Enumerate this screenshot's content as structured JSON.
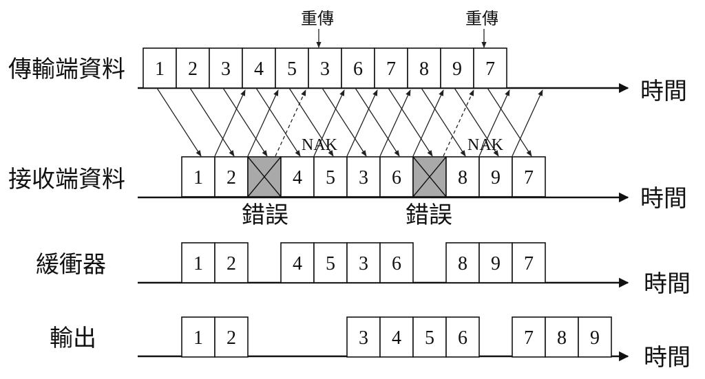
{
  "row_labels": {
    "sender": "傳輸端資料",
    "receiver": "接收端資料",
    "buffer": "緩衝器",
    "output": "輸出"
  },
  "time_label": "時間",
  "retransmit_label": "重傳",
  "error_label": "錯誤",
  "nak_label": "NAK",
  "sender_cells": [
    "1",
    "2",
    "3",
    "4",
    "5",
    "3",
    "6",
    "7",
    "8",
    "9",
    "7"
  ],
  "receiver_cells": [
    "1",
    "2",
    "error",
    "4",
    "5",
    "3",
    "6",
    "error",
    "8",
    "9",
    "7"
  ],
  "buffer_groups": [
    [
      "1",
      "2"
    ],
    [
      "4",
      "5",
      "3",
      "6"
    ],
    [
      "8",
      "9",
      "7"
    ]
  ],
  "output_groups": [
    [
      "1",
      "2"
    ],
    [
      "3",
      "4",
      "5",
      "6"
    ],
    [
      "7",
      "8",
      "9"
    ]
  ],
  "retransmitted_sender_indices": [
    5,
    10
  ],
  "error_receiver_indices": [
    2,
    7
  ]
}
